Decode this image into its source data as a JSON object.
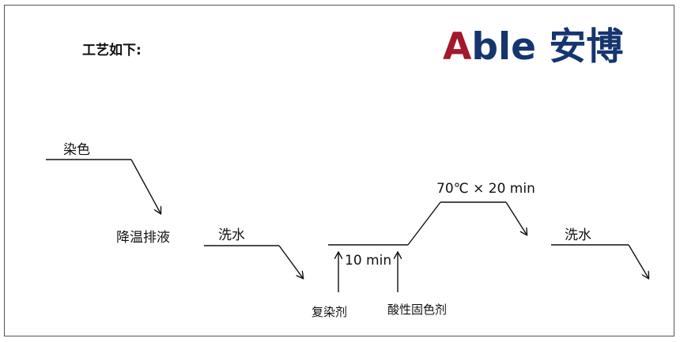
{
  "heading": "工艺如下:",
  "logo": {
    "first_letter": "A",
    "rest": "ble 安博",
    "colors": {
      "first_letter": "#a3182a",
      "rest": "#16356e"
    }
  },
  "labels": {
    "dyeing": "染色",
    "cool_drain": "降温排液",
    "wash_1": "洗水",
    "wash_2": "洗水",
    "temp_time": "70℃ × 20 min",
    "interval": "10 min",
    "redye_agent": "复染剂",
    "acid_fixing_agent": "酸性固色剂"
  },
  "colors": {
    "line": "#111111",
    "text": "#111111"
  }
}
